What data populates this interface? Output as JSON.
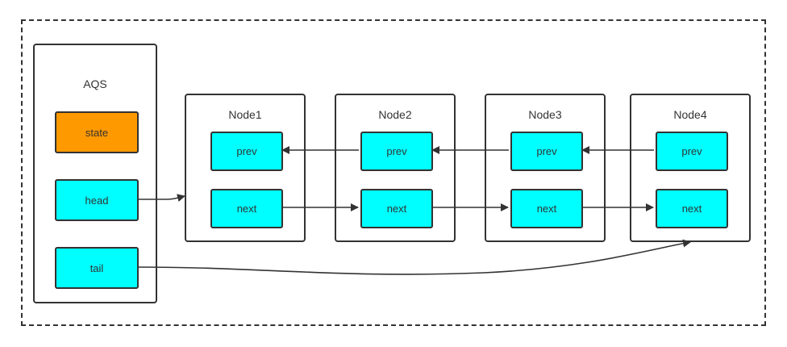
{
  "colors": {
    "field": "#00ffff",
    "state": "#ff9900",
    "stroke": "#333333"
  },
  "aqs": {
    "title": "AQS",
    "state": "state",
    "head": "head",
    "tail": "tail"
  },
  "nodes": [
    {
      "title": "Node1",
      "prev": "prev",
      "next": "next"
    },
    {
      "title": "Node2",
      "prev": "prev",
      "next": "next"
    },
    {
      "title": "Node3",
      "prev": "prev",
      "next": "next"
    },
    {
      "title": "Node4",
      "prev": "prev",
      "next": "next"
    }
  ]
}
